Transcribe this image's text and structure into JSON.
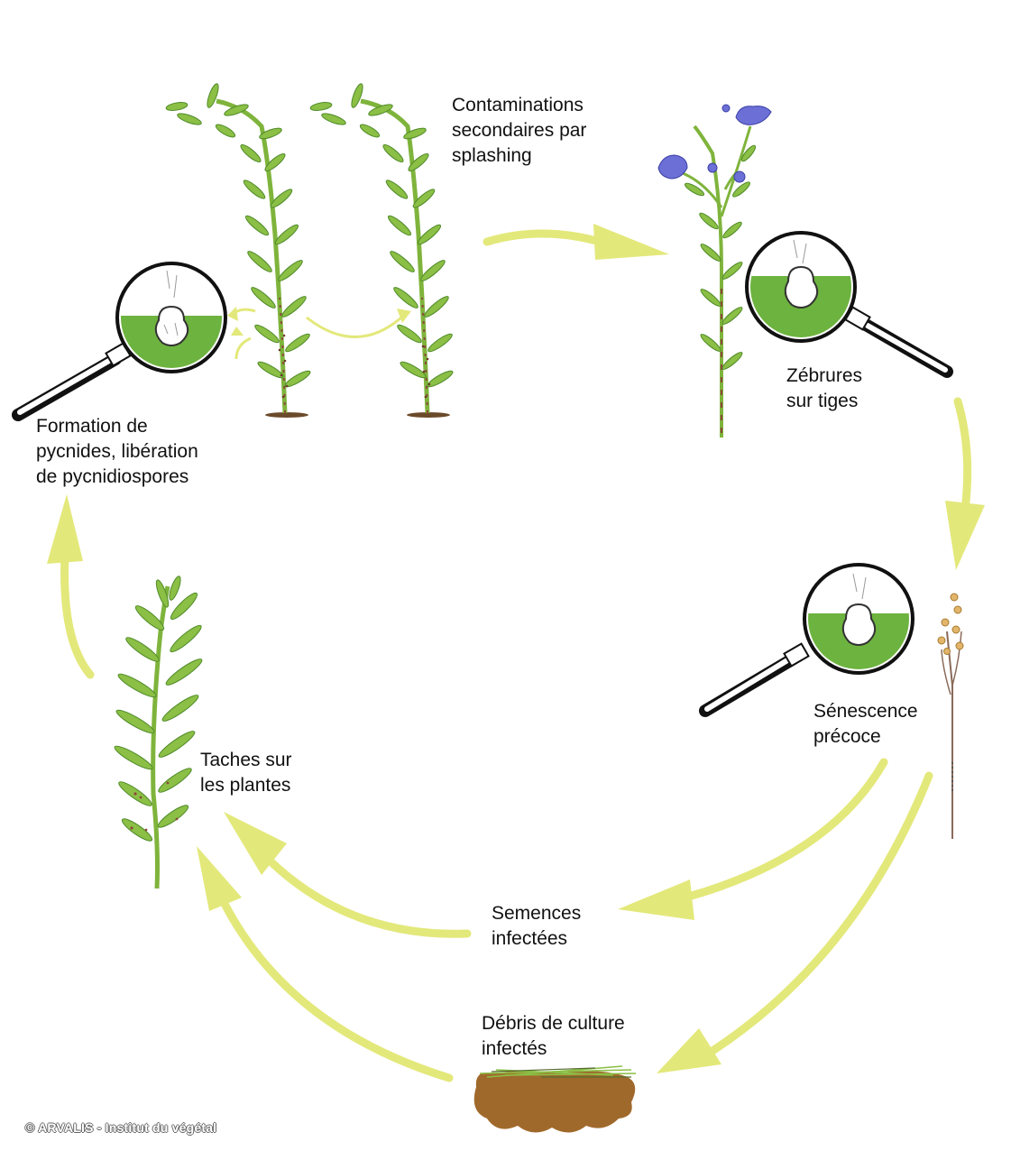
{
  "colors": {
    "arrow": "#e3e87a",
    "leaf": "#8bbf45",
    "leaf_dark": "#4f8a2a",
    "stem": "#8c4a3a",
    "lens_green": "#6db33f",
    "flower": "#6b6fd6",
    "soil": "#a0692c"
  },
  "labels": {
    "contaminations": [
      "Contaminations",
      "secondaires par",
      "splashing"
    ],
    "formation": [
      "Formation de",
      "pycnides, libération",
      "de pycnidiospores"
    ],
    "zebrures": [
      "Zébrures",
      "sur tiges"
    ],
    "senescence": [
      "Sénescence",
      "précoce"
    ],
    "taches": [
      "Taches sur",
      "les plantes"
    ],
    "semences": [
      "Semences",
      "infectées"
    ],
    "debris": [
      "Débris de culture",
      "infectés"
    ]
  },
  "copyright": "© ARVALIS - Institut du végétal"
}
